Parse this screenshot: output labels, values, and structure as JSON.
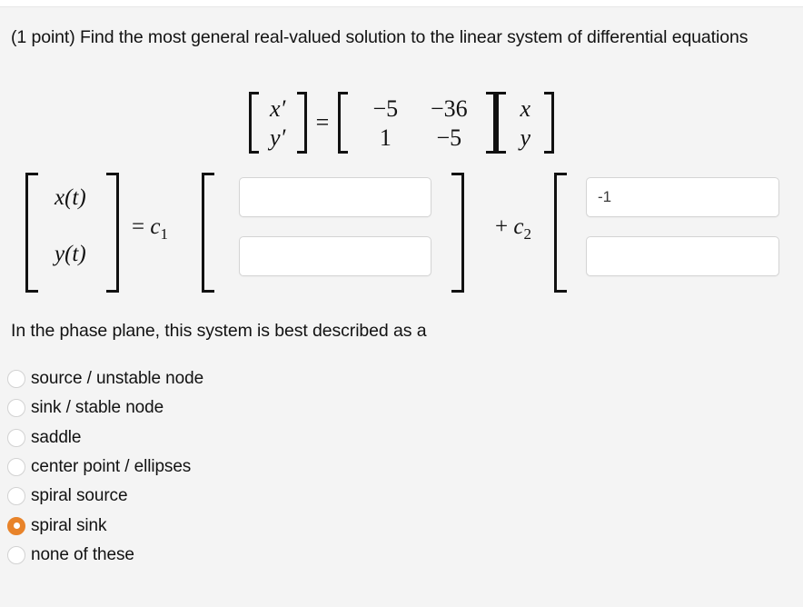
{
  "problem": {
    "points_label": "(1 point)",
    "statement": "(1 point) Find the most general real-valued solution to the linear system of differential equations"
  },
  "system_equation": {
    "lhs": {
      "row1": "x′",
      "row2": "y′"
    },
    "equals": "=",
    "coefficient_matrix": {
      "r1c1": "−5",
      "r1c2": "−36",
      "r2c1": "1",
      "r2c2": "−5"
    },
    "state_vector": {
      "row1": "x",
      "row2": "y"
    }
  },
  "solution_form": {
    "lhs_vector": {
      "row1": "x(t)",
      "row2": "y(t)"
    },
    "equals": "=",
    "c1_label": "c",
    "c1_sub": "1",
    "plus_label": "+",
    "c2_label": "c",
    "c2_sub": "2",
    "fields": [
      {
        "name": "c1-row1",
        "value": "",
        "placeholder": ""
      },
      {
        "name": "c1-row2",
        "value": "",
        "placeholder": ""
      },
      {
        "name": "c2-row1",
        "value": "-1",
        "placeholder": ""
      },
      {
        "name": "c2-row2",
        "value": "",
        "placeholder": ""
      }
    ]
  },
  "phase_plane_question": {
    "prompt": "In the phase plane, this system is best described as a",
    "selected_index": 5,
    "options": [
      {
        "label": "source / unstable node",
        "selected": false
      },
      {
        "label": "sink / stable node",
        "selected": false
      },
      {
        "label": "saddle",
        "selected": false
      },
      {
        "label": "center point / ellipses",
        "selected": false
      },
      {
        "label": "spiral source",
        "selected": false
      },
      {
        "label": "spiral sink",
        "selected": true
      },
      {
        "label": "none of these",
        "selected": false
      }
    ]
  },
  "colors": {
    "page_background": "#f4f4f4",
    "text": "#121212",
    "input_border": "#d4d4d4",
    "radio_border": "#d2d2d2",
    "radio_selected": "#e8832a",
    "input_value_text": "#3b3b3b"
  }
}
